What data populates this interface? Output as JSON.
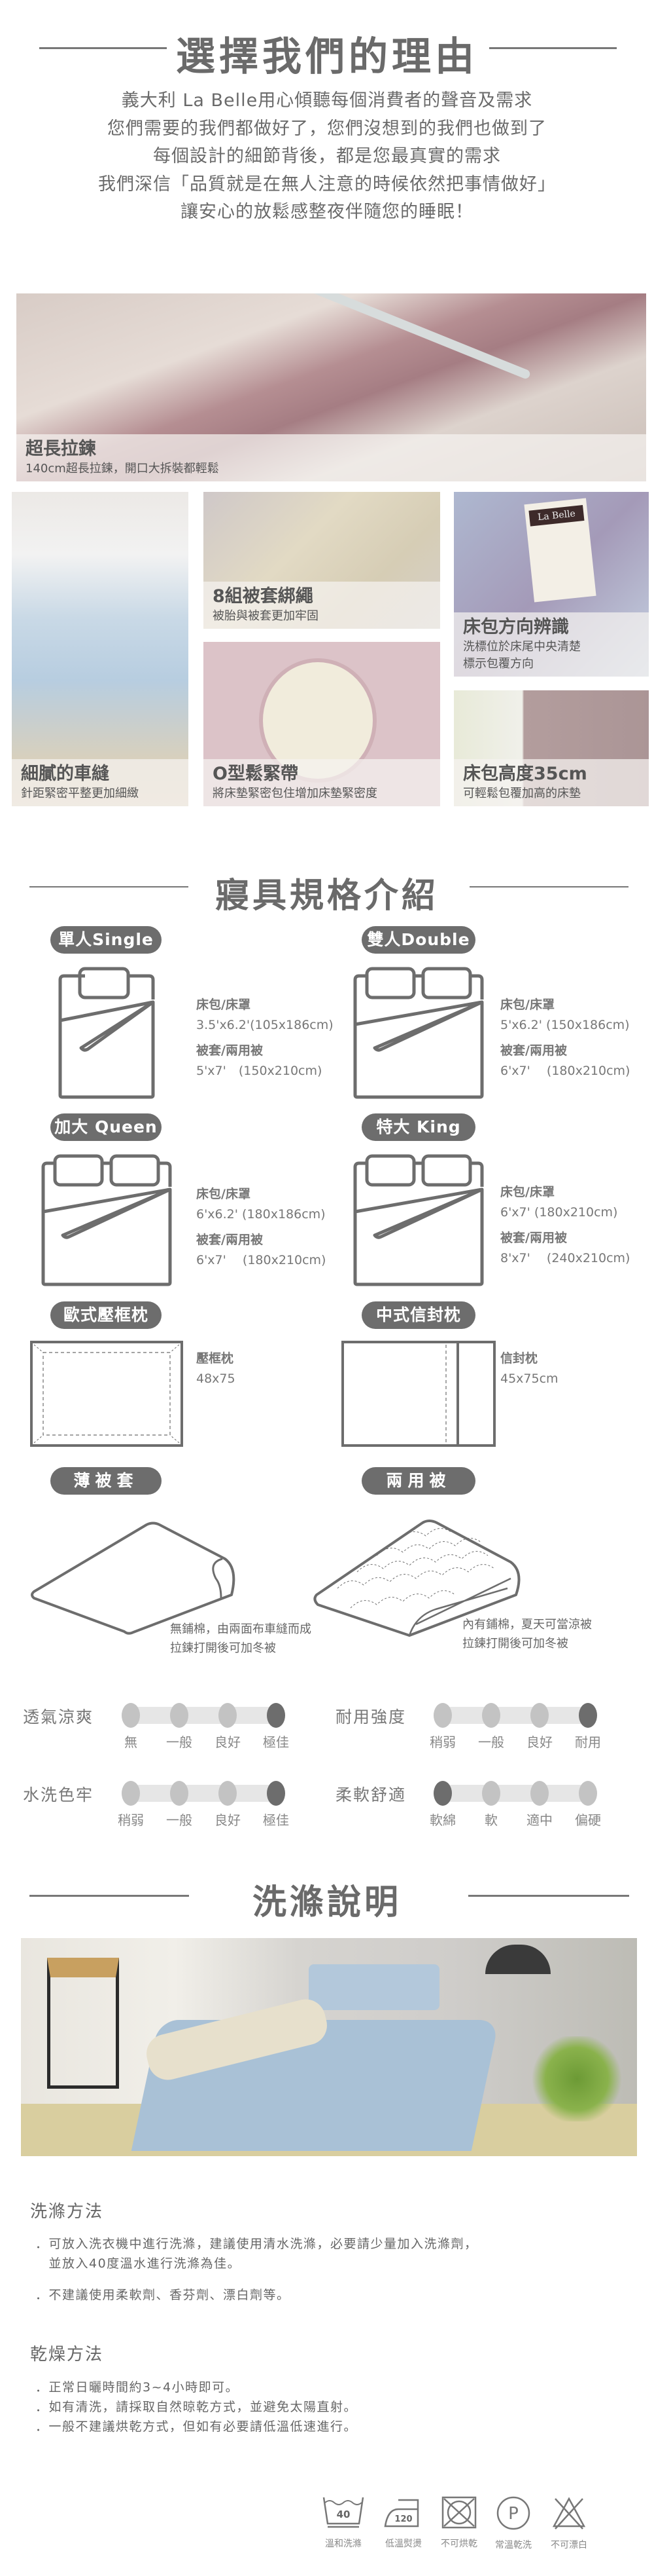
{
  "section1": {
    "title": "選擇我們的理由",
    "intro": [
      "義大利 La Belle用心傾聽每個消費者的聲音及需求",
      "您們需要的我們都做好了，您們沒想到的我們也做到了",
      "每個設計的細節背後，都是您最真實的需求",
      "我們深信「品質就是在無人注意的時候依然把事情做好」",
      "讓安心的放鬆感整夜伴隨您的睡眠！"
    ]
  },
  "features": [
    {
      "title": "超長拉鍊",
      "desc": "140cm超長拉鍊，開口大拆裝都輕鬆"
    },
    {
      "title": "細膩的車縫",
      "desc": "針距緊密平整更加細緻"
    },
    {
      "title": "8組被套綁繩",
      "desc": "被胎與被套更加牢固"
    },
    {
      "title": "O型鬆緊帶",
      "desc": "將床墊緊密包住增加床墊緊密度"
    },
    {
      "title": "床包方向辨識",
      "desc": "洗標位於床尾中央清楚",
      "desc2": "標示包覆方向"
    },
    {
      "title": "床包高度35cm",
      "desc": "可輕鬆包覆加高的床墊"
    }
  ],
  "label_brand": "La Belle",
  "section2": {
    "title": "寢具規格介紹",
    "sizes": [
      {
        "name": "單人Single",
        "sheet_label": "床包/床罩",
        "sheet": "3.5'x6.2'(105x186cm)",
        "cover_label": "被套/兩用被",
        "cover": "5'x7'　(150x210cm)"
      },
      {
        "name": "雙人Double",
        "sheet_label": "床包/床罩",
        "sheet": "5'x6.2'  (150x186cm)",
        "cover_label": "被套/兩用被",
        "cover": "6'x7'　 (180x210cm)"
      },
      {
        "name": "加大 Queen",
        "sheet_label": "床包/床罩",
        "sheet": "6'x6.2'  (180x186cm)",
        "cover_label": "被套/兩用被",
        "cover": "6'x7'　 (180x210cm)"
      },
      {
        "name": "特大 King",
        "sheet_label": "床包/床罩",
        "sheet": "6'x7'  (180x210cm)",
        "cover_label": "被套/兩用被",
        "cover": "8'x7'　 (240x210cm)"
      }
    ],
    "pillows": [
      {
        "name": "歐式壓框枕",
        "label": "壓框枕",
        "size": "48x75"
      },
      {
        "name": "中式信封枕",
        "label": "信封枕",
        "size": "45x75cm"
      }
    ],
    "quilts": [
      {
        "name": "薄被套",
        "desc1": "無鋪棉，由兩面布車縫而成",
        "desc2": "拉鍊打開後可加冬被"
      },
      {
        "name": "兩用被",
        "desc1": "內有鋪棉，夏天可當涼被",
        "desc2": "拉鍊打開後可加冬被"
      }
    ],
    "ratings": [
      {
        "label": "透氣涼爽",
        "ticks": [
          "無",
          "一般",
          "良好",
          "極佳"
        ],
        "value_index": 3
      },
      {
        "label": "耐用強度",
        "ticks": [
          "稍弱",
          "一般",
          "良好",
          "耐用"
        ],
        "value_index": 3
      },
      {
        "label": "水洗色牢",
        "ticks": [
          "稍弱",
          "一般",
          "良好",
          "極佳"
        ],
        "value_index": 3
      },
      {
        "label": "柔軟舒適",
        "ticks": [
          "軟綿",
          "軟",
          "適中",
          "偏硬"
        ],
        "value_index": 0
      }
    ]
  },
  "section3": {
    "title": "洗滌說明",
    "wash_title": "洗滌方法",
    "wash": [
      "．可放入洗衣機中進行洗滌，建議使用清水洗滌，必要請少量加入洗滌劑，",
      "　並放入40度溫水進行洗滌為佳。",
      "．不建議使用柔軟劑、香芬劑、漂白劑等。"
    ],
    "dry_title": "乾燥方法",
    "dry": [
      "．正常日曬時間約3~4小時即可。",
      "．如有清洗，請採取自然晾乾方式，並避免太陽直射。",
      "．一般不建議烘乾方式，但如有必要請低溫低速進行。"
    ],
    "care": [
      {
        "icon": "wash-40-icon",
        "num": "40",
        "label": "溫和洗滌"
      },
      {
        "icon": "iron-icon",
        "num": "120",
        "label": "低溫熨燙"
      },
      {
        "icon": "no-tumble-dry-icon",
        "label": "不可烘乾"
      },
      {
        "icon": "dry-clean-p-icon",
        "num": "P",
        "label": "常溫乾洗"
      },
      {
        "icon": "no-bleach-icon",
        "label": "不可漂白"
      }
    ]
  },
  "colors": {
    "text": "#666666",
    "pill": "#6d6d6d",
    "dot_on": "#6d6d6d",
    "dot_off": "#c3c3c3"
  }
}
